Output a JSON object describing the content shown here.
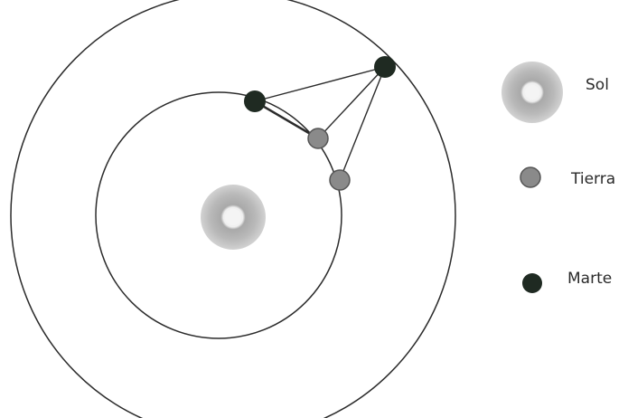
{
  "legend": {
    "sun": {
      "label": "Sol"
    },
    "earth": {
      "label": "Tierra"
    },
    "mars": {
      "label": "Marte"
    }
  },
  "colors": {
    "background": "#ffffff",
    "orbit_line": "#2b2b2b",
    "sun_outer": "#c4c4c4",
    "sun_inner": "#a8a8a8",
    "sun_core": "#f2f2f2",
    "earth": "#8a8a8a",
    "earth_stroke": "#555555",
    "mars": "#1f2a22",
    "sight_line": "#2b2b2b"
  },
  "icons": {
    "sun": "sun-icon",
    "earth": "earth-icon",
    "mars": "mars-icon"
  }
}
